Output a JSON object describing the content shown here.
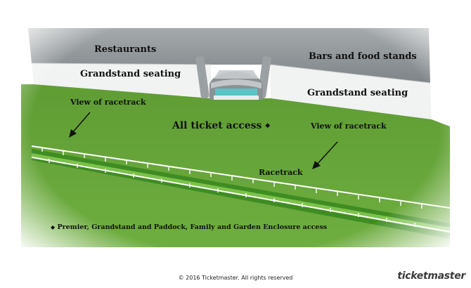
{
  "labels": {
    "restaurants": "Restaurants",
    "bars_food": "Bars and food stands",
    "grandstand_left": "Grandstand seating",
    "grandstand_right": "Grandstand seating",
    "view_left": "View of racetrack",
    "view_right": "View of racetrack",
    "all_access": "All ticket access",
    "all_access_marker": "◆",
    "racetrack": "Racetrack"
  },
  "legend": {
    "marker": "◆",
    "text": "Premier, Grandstand and Paddock, Family and Garden Enclosure access"
  },
  "footer": {
    "copyright": "© 2016 Ticketmaster.  All rights reserved",
    "brand": "ticketmaster"
  },
  "colors": {
    "field": "#69a83c",
    "field_dark": "#4f8a2a",
    "track_band": "#3f8f23",
    "track_light": "#7cc24a",
    "building_roof": "#8e9396",
    "building_face": "#f1f2f2",
    "rail": "#ffffff"
  },
  "icons": {
    "arrow": "arrow-icon",
    "diamond": "diamond-icon",
    "stand": "grandstand-structure-icon"
  }
}
